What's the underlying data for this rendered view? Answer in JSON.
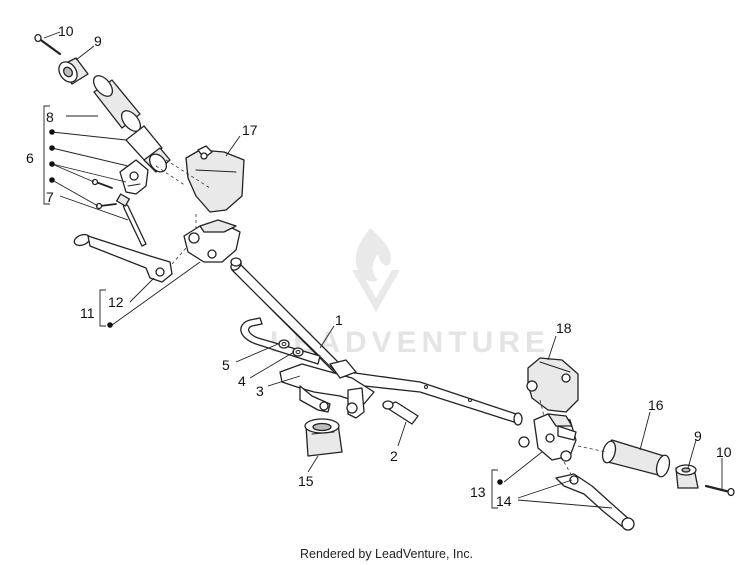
{
  "callouts": {
    "c10_top": "10",
    "c9_top": "9",
    "c8": "8",
    "c6": "6",
    "c7": "7",
    "c17": "17",
    "c11": "11",
    "c12": "12",
    "c1": "1",
    "c5": "5",
    "c4": "4",
    "c3": "3",
    "c18": "18",
    "c2": "2",
    "c15": "15",
    "c16": "16",
    "c9_right": "9",
    "c10_right": "10",
    "c13": "13",
    "c14": "14"
  },
  "watermark": "LEADVENTURE",
  "footer": "Rendered by LeadVenture, Inc."
}
